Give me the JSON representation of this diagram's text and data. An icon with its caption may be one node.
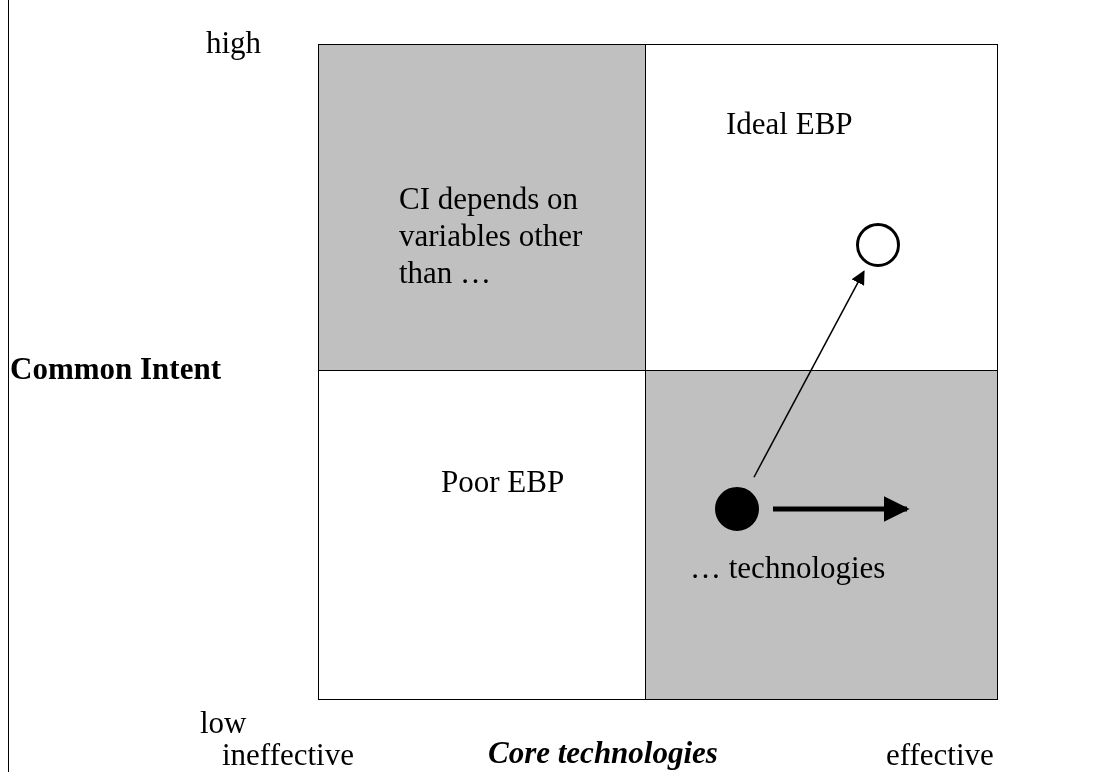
{
  "diagram": {
    "nodes": [
      {
        "text": [
          "CI depends on variables other than …"
        ]
      },
      {
        "text": [
          "Ideal EBP"
        ]
      },
      {
        "text": [],
        "shape": "circle",
        "in": 1
      },
      {
        "text": [
          "Poor EBP"
        ]
      },
      {
        "text": [
          "… technologies"
        ]
      },
      {
        "text": [],
        "shape": "circle",
        "in": 4
      }
    ],
    "edges": [
      {
        "from": 5,
        "to": 2,
        "arrow": "to"
      },
      {
        "from": 5,
        "to": null,
        "arrow": "to",
        "style": "thick"
      }
    ],
    "labels": [
      "high",
      "Common Intent",
      "low",
      "ineffective",
      "Core technologies",
      "effective"
    ]
  }
}
